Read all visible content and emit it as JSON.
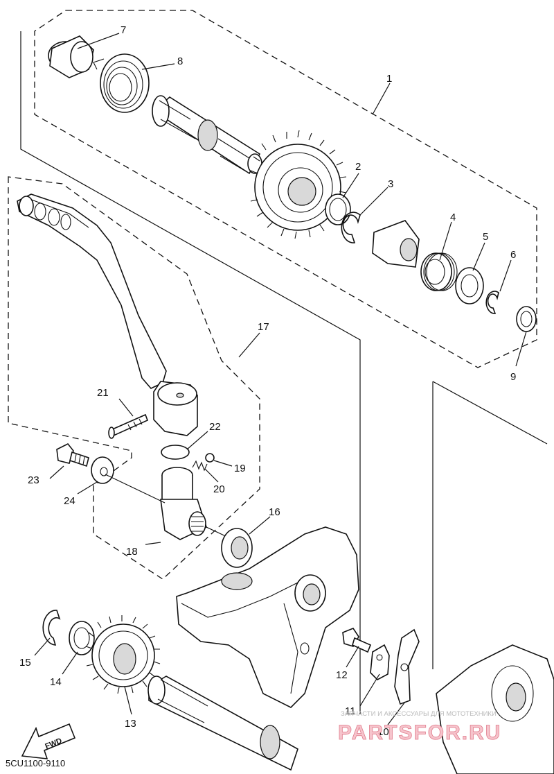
{
  "diagram": {
    "code": "5CU1100-9110",
    "direction_label": "FWD",
    "watermark": {
      "caption": "ЗАПЧАСТИ И АКСЕССУАРЫ ДЛЯ МОТОТЕХНИКИ",
      "brand": "PARTSFOR.RU"
    },
    "callouts": [
      "1",
      "2",
      "3",
      "4",
      "5",
      "6",
      "7",
      "8",
      "9",
      "10",
      "11",
      "12",
      "13",
      "14",
      "15",
      "16",
      "17",
      "18",
      "19",
      "20",
      "21",
      "22",
      "23",
      "24"
    ]
  }
}
